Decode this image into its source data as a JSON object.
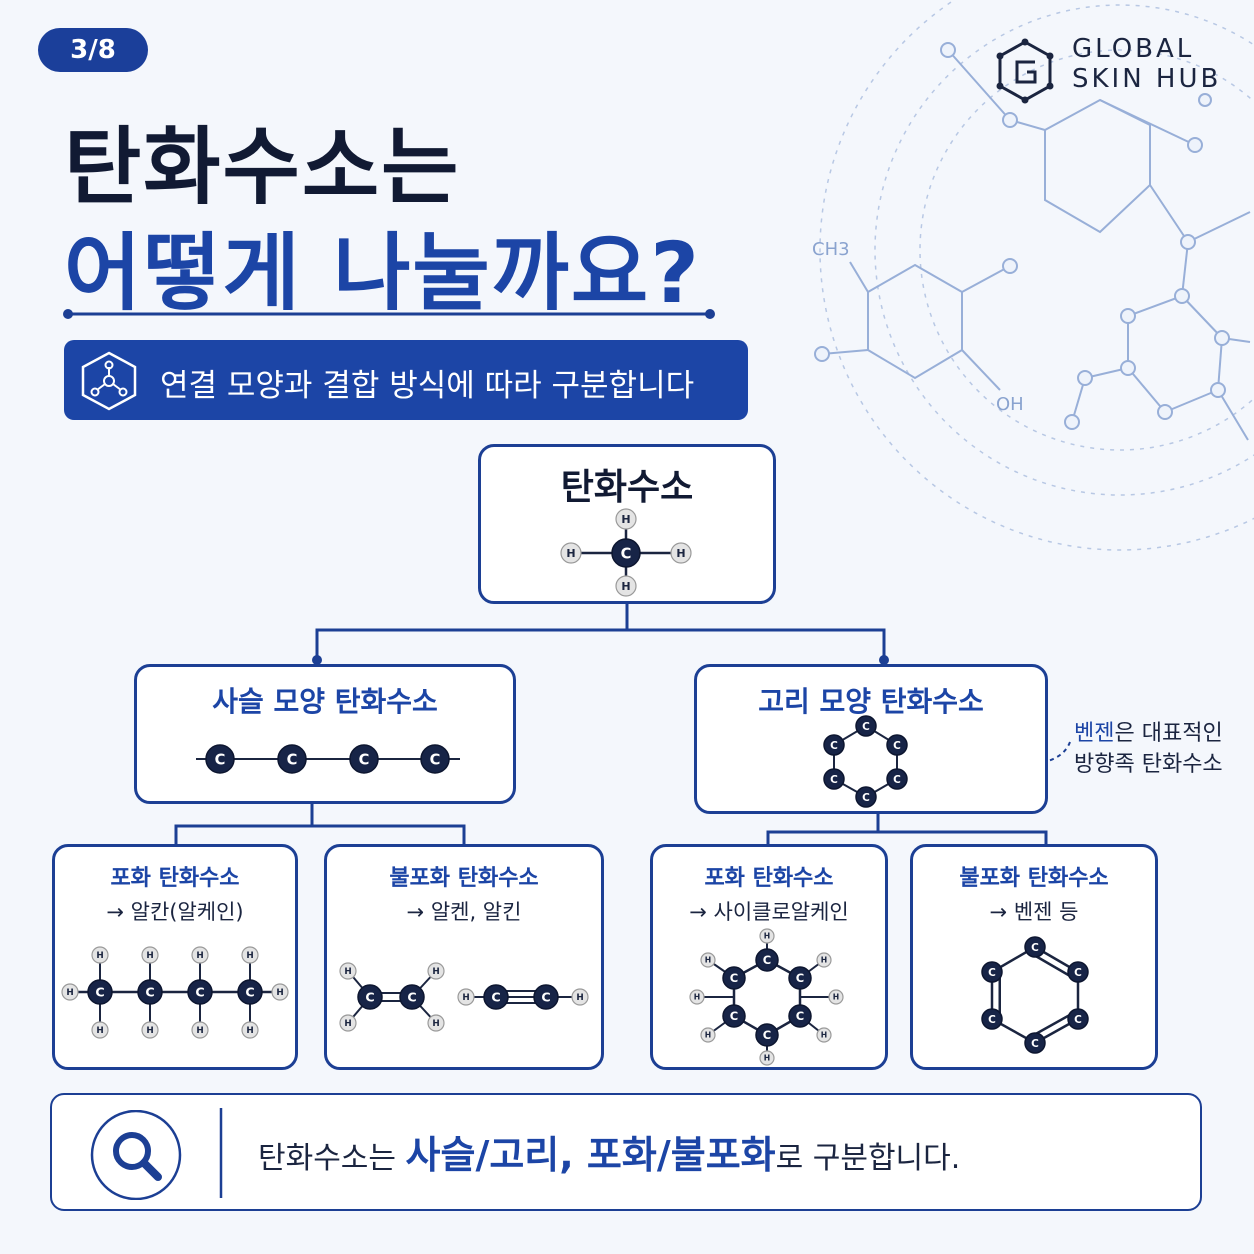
{
  "page_indicator": "3/8",
  "brand": {
    "line1": "GLOBAL",
    "line2": "SKIN HUB"
  },
  "title": {
    "line1": "탄화수소는",
    "line2": "어떻게 나눌까요?"
  },
  "subtitle": "연결 모양과 결합 방식에 따라 구분합니다",
  "background_labels": {
    "methyl": "CH3",
    "hydroxyl": "OH"
  },
  "atoms": {
    "carbon": "C",
    "hydrogen": "H"
  },
  "tree": {
    "root": {
      "label": "탄화수소"
    },
    "chain": {
      "label": "사슬 모양 탄화수소"
    },
    "ring": {
      "label": "고리 모양 탄화수소"
    },
    "leaves": [
      {
        "label": "포화 탄화수소",
        "desc": "→ 알칸(알케인)"
      },
      {
        "label": "불포화 탄화수소",
        "desc": "→ 알켄, 알킨"
      },
      {
        "label": "포화 탄화수소",
        "desc": "→ 사이클로알케인"
      },
      {
        "label": "불포화 탄화수소",
        "desc": "→ 벤젠 등"
      }
    ]
  },
  "note": {
    "highlight": "벤젠",
    "line1_rest": "은 대표적인",
    "line2": "방향족 탄화수소"
  },
  "summary": {
    "prefix": "탄화수소는 ",
    "bold1": "사슬/고리, 포화/불포화",
    "suffix": "로 구분합니다."
  },
  "colors": {
    "navy": "#1c3f94",
    "blue": "#1c45a6",
    "dark": "#111a33",
    "atom_carbon": "#172447",
    "atom_hydrogen": "#e4e4e4"
  }
}
